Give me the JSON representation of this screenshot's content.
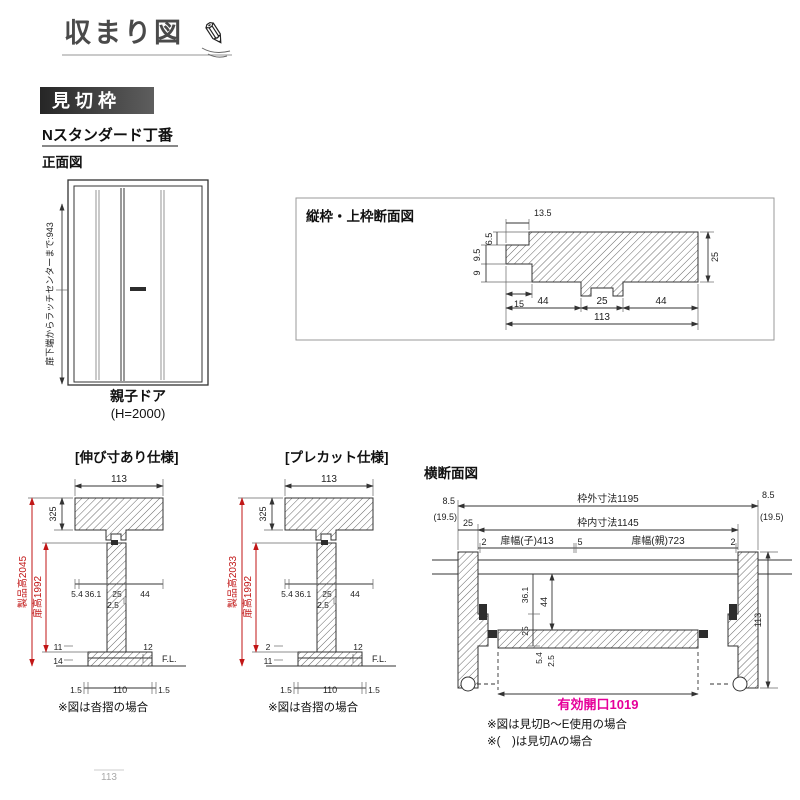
{
  "header": {
    "title": "収まり図",
    "pencil_icon": "✎"
  },
  "badge": {
    "label": "見切枠"
  },
  "labels": {
    "hinge_type": "Nスタンダード丁番",
    "front_view": "正面図"
  },
  "front_view": {
    "door_type": "親子ドア",
    "door_height": "(H=2000)",
    "latch_dim": "扉下端からラッチセンターまで:943"
  },
  "vsec": {
    "title": "縦枠・上枠断面図",
    "d13_5": "13.5",
    "d6_5": "6.5",
    "d9_5": "9.5",
    "d9": "9",
    "d15": "15",
    "d25_side": "25",
    "d44_l": "44",
    "d25_c": "25",
    "d44_r": "44",
    "d113": "113"
  },
  "da": {
    "title": "[伸び寸あり仕様]",
    "d113": "113",
    "d325": "325",
    "product_h": "製品高2045",
    "door_h": "扉高1992",
    "d5_4": "5.4",
    "d36_1": "36.1",
    "d25": "25",
    "d44": "44",
    "d2_5": "2.5",
    "d11": "11",
    "d14": "14",
    "d12": "12",
    "fl": "F.L.",
    "d1_5_l": "1.5",
    "d110": "110",
    "d1_5_r": "1.5",
    "note": "※図は沓摺の場合"
  },
  "db": {
    "title": "[プレカット仕様]",
    "d113": "113",
    "d325": "325",
    "product_h": "製品高2033",
    "door_h": "扉高1992",
    "d5_4": "5.4",
    "d36_1": "36.1",
    "d25": "25",
    "d44": "44",
    "d2_5": "2.5",
    "d2": "2",
    "d11": "11",
    "d12": "12",
    "fl": "F.L.",
    "d1_5_l": "1.5",
    "d110": "110",
    "d1_5_r": "1.5",
    "note": "※図は沓摺の場合"
  },
  "cs": {
    "title": "横断面図",
    "d8_5_l": "8.5",
    "d19_5_l": "(19.5)",
    "outer_w": "枠外寸法1195",
    "d8_5_r": "8.5",
    "d19_5_r": "(19.5)",
    "d25": "25",
    "inner_w": "枠内寸法1145",
    "d2_l": "2",
    "child_w": "扉幅(子)413",
    "d5": "5",
    "parent_w": "扉幅(親)723",
    "d2_r": "2",
    "d44": "44",
    "d36_1": "36.1",
    "d25_s": "25",
    "d5_4": "5.4",
    "d2_5": "2.5",
    "d113": "113",
    "opening": "有効開口1019",
    "note1": "※図は見切B〜E使用の場合",
    "note2": "※(　)は見切Aの場合"
  },
  "footer": {
    "artifact": "113"
  },
  "colors": {
    "accent_red": "#c11616",
    "accent_magenta": "#e6009a",
    "badge_bg": "#3a3a3a"
  }
}
